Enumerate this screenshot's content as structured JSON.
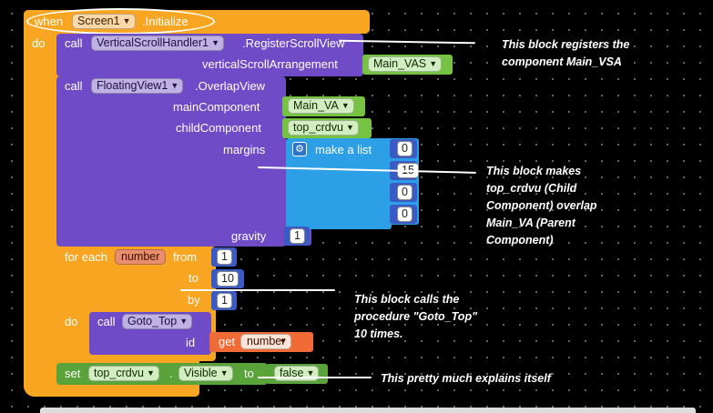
{
  "event": {
    "when": "when",
    "component": "Screen1",
    "event_name": ".Initialize",
    "do": "do"
  },
  "register": {
    "call": "call",
    "component": "VerticalScrollHandler1",
    "method": ".RegisterScrollView",
    "param": "verticalScrollArrangement",
    "value": "Main_VAS"
  },
  "overlap": {
    "call": "call",
    "component": "FloatingView1",
    "method": ".OverlapView",
    "param_main": "mainComponent",
    "main_value": "Main_VA",
    "param_child": "childComponent",
    "child_value": "top_crdvu",
    "param_margins": "margins",
    "make_list": "make a list",
    "list_values": [
      "0",
      "15",
      "0",
      "0"
    ],
    "param_gravity": "gravity",
    "gravity_value": "1"
  },
  "loop": {
    "for_each": "for each",
    "var": "number",
    "from": "from",
    "from_value": "1",
    "to": "to",
    "to_value": "10",
    "by": "by",
    "by_value": "1",
    "do": "do",
    "call": "call",
    "procedure": "Goto_Top",
    "id": "id",
    "get": "get",
    "get_var": "number"
  },
  "set_block": {
    "set": "set",
    "component": "top_crdvu",
    "dot": ".",
    "property": "Visible",
    "to": "to",
    "value": "false"
  },
  "annotations": {
    "a1": [
      "This block registers the",
      "component Main_VSA"
    ],
    "a2": [
      "This block makes",
      "top_crdvu (Child",
      "Component) overlap",
      "Main_VA (Parent",
      "Component)"
    ],
    "a3": [
      "This block calls the",
      "procedure \"Goto_Top\"",
      "10 times."
    ],
    "a4": [
      "This pretty much explains itself"
    ]
  },
  "colors": {
    "event": "#f8a622",
    "procedure": "#6f4bc7",
    "list": "#2d9fe6",
    "math": "#3a5ac4",
    "logic_false": "#5aa33a",
    "variable": "#f06a35",
    "component": "#76c242"
  }
}
